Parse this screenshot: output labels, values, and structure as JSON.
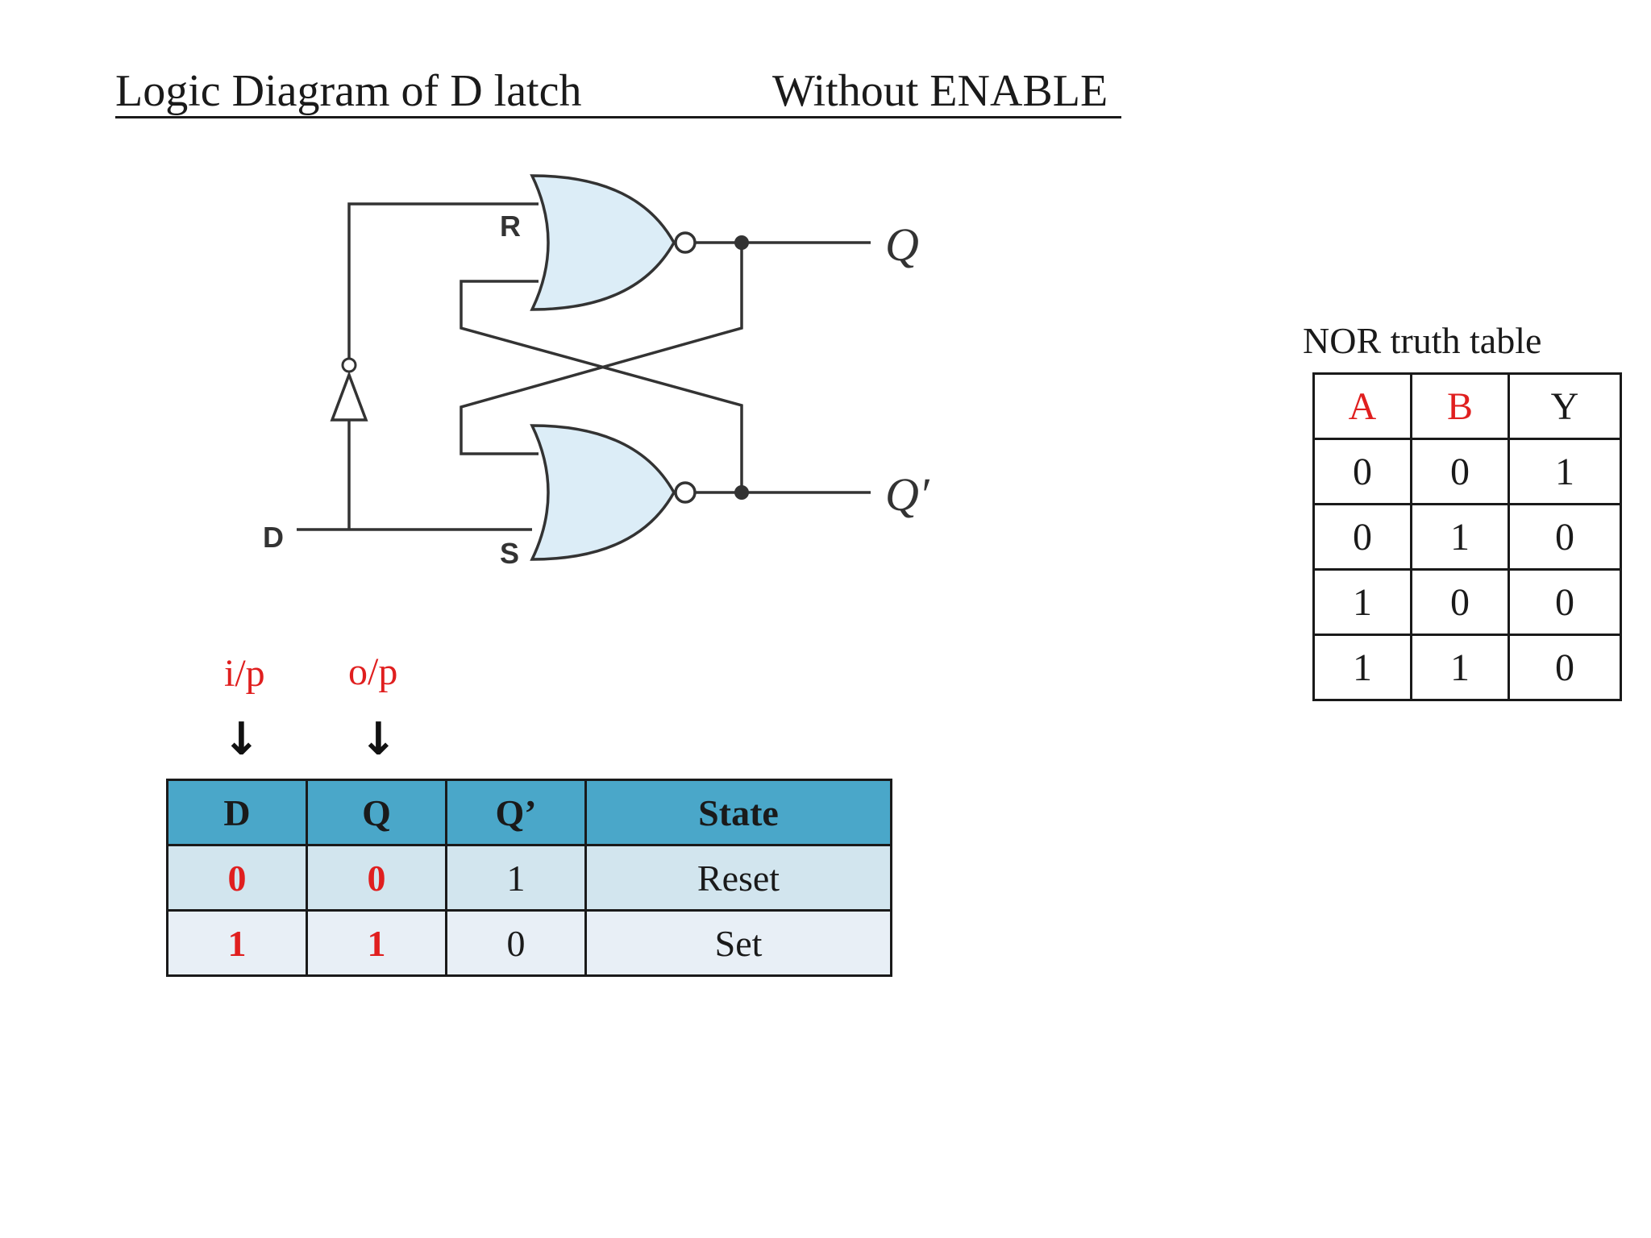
{
  "title": {
    "left": "Logic Diagram of D latch",
    "right": "Without  ENABLE"
  },
  "diagram": {
    "labels": {
      "r": "R",
      "s": "S",
      "d": "D",
      "q": "Q",
      "q_bar": "Q′"
    }
  },
  "annotations": {
    "input": "i/p",
    "output": "o/p",
    "arrow": "↓"
  },
  "state_table": {
    "headers": [
      "D",
      "Q",
      "Q’",
      "State"
    ],
    "rows": [
      [
        "0",
        "0",
        "1",
        "Reset"
      ],
      [
        "1",
        "1",
        "0",
        "Set"
      ]
    ]
  },
  "nor_table": {
    "caption": "NOR truth table",
    "headers": [
      "A",
      "B",
      "Y"
    ],
    "rows": [
      [
        "0",
        "0",
        "1"
      ],
      [
        "0",
        "1",
        "0"
      ],
      [
        "1",
        "0",
        "0"
      ],
      [
        "1",
        "1",
        "0"
      ]
    ]
  },
  "colors": {
    "gate_fill": "#dcedf7",
    "header_blue": "#4aa7c9",
    "accent_red": "#e01f1f"
  }
}
